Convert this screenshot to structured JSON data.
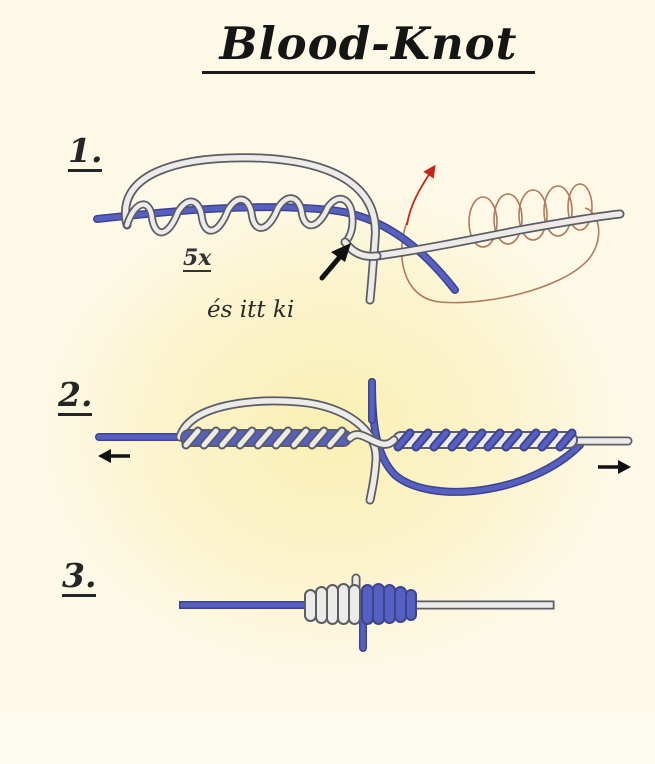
{
  "title": "Blood-Knot",
  "steps": [
    {
      "number": "1."
    },
    {
      "number": "2."
    },
    {
      "number": "3."
    }
  ],
  "annotations": {
    "turns": "5x",
    "exit_label": "és itt ki"
  },
  "colors": {
    "blue_line": "#5157b5",
    "white_line": "#e6e6e4",
    "line_outline": "#58586a",
    "guide_line": "#b07a5c",
    "guide_arrow": "#c4281c",
    "arrow": "#111111",
    "background": "#fdf9e6"
  }
}
